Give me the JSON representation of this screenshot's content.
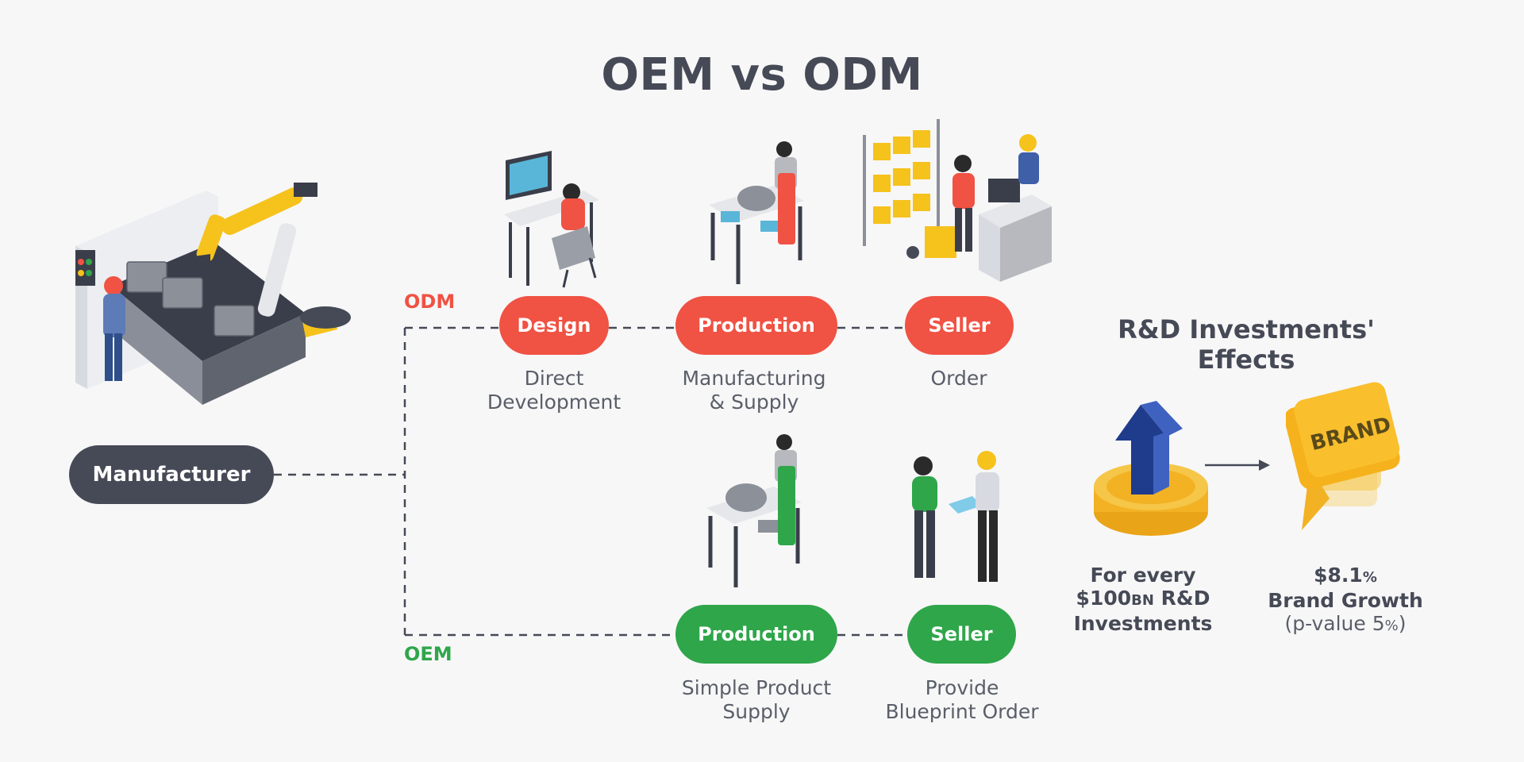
{
  "title": "OEM vs ODM",
  "manufacturer": {
    "label": "Manufacturer"
  },
  "odm": {
    "tag": "ODM",
    "steps": [
      {
        "label": "Design",
        "caption_l1": "Direct",
        "caption_l2": "Development",
        "illustration": "designer-at-computer-illustration"
      },
      {
        "label": "Production",
        "caption_l1": "Manufacturing",
        "caption_l2": "& Supply",
        "illustration": "worker-at-workbench-illustration"
      },
      {
        "label": "Seller",
        "caption_l1": "Order",
        "caption_l2": "",
        "illustration": "warehouse-checkout-illustration"
      }
    ]
  },
  "oem": {
    "tag": "OEM",
    "steps": [
      {
        "label": "Production",
        "caption_l1": "Simple Product",
        "caption_l2": "Supply",
        "illustration": "worker-at-workbench-illustration"
      },
      {
        "label": "Seller",
        "caption_l1": "Provide",
        "caption_l2": "Blueprint Order",
        "illustration": "business-handshake-illustration"
      }
    ]
  },
  "rd": {
    "title_l1": "R&D Investments'",
    "title_l2": "Effects",
    "left_l1": "For every",
    "left_l2_a": "$100",
    "left_l2_small": "BN",
    "left_l2_b": " R&D",
    "left_l3": "Investments",
    "right_l1_a": "$8.1",
    "right_l1_small": "%",
    "right_l2": "Brand Growth",
    "right_l3_a": "(p-value 5",
    "right_l3_small": "%",
    "right_l3_b": ")",
    "bubble_text": "BRAND"
  },
  "colors": {
    "odm": "#f05243",
    "oem": "#2fa64a",
    "dark": "#464a56",
    "background": "#f7f7f8"
  }
}
